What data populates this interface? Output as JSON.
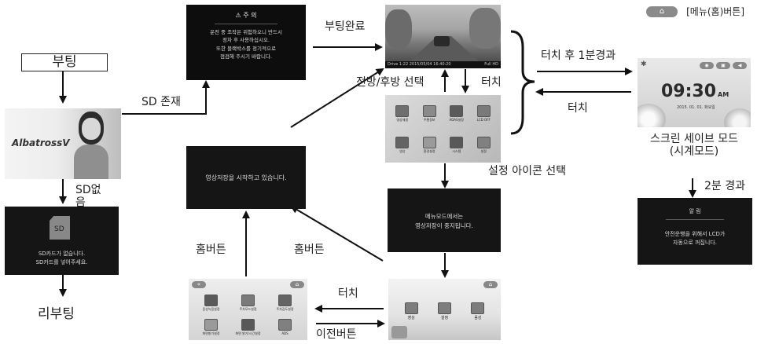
{
  "home_button_legend": {
    "label": "[메뉴(홈)버튼]"
  },
  "boot": {
    "label": "부팅",
    "reboot_label": "리부팅"
  },
  "splash": {
    "brand": "AlbatrossV"
  },
  "no_sd_screen": {
    "text": "SD카드가 없습니다.\nSD카드를 넣어주세요.",
    "icon_text": "SD"
  },
  "warning_screen": {
    "title": "⚠ 주 의",
    "body": "운전 중 조작은 위험하오니 반드시\n정차 후 사용하십시오.\n또한 블랙박스를 정기적으로\n점검해 주시기 바랍니다."
  },
  "recording_start_screen": {
    "text": "영상저장을 시작하고 있습니다."
  },
  "camera_view": {
    "status_bar": "Drive 1:22 2015/05/04 16:40:20",
    "resolution": "Full HD"
  },
  "menu_grid": {
    "items": [
      "영상재생",
      "주행정보",
      "ADAS설정",
      "LCD OFF",
      "영상",
      "환경설정",
      "시스템",
      "설정"
    ]
  },
  "menu_mode_screen": {
    "text": "메뉴모드에서는\n영상저장이 중지됩니다."
  },
  "clock_screen": {
    "time": "09:30",
    "ampm": "AM",
    "date": "2015. 01. 01. 화요일"
  },
  "alert_screen": {
    "title": "알 림",
    "text": "안전운행을 위해서 LCD가\n자동으로 꺼집니다."
  },
  "settings_menu": {
    "items": [
      "영상",
      "설정",
      "음성"
    ]
  },
  "sub_settings": {
    "items": [
      "음성녹음설정",
      "주차모드설정",
      "주차감도설정",
      "화면밝기설정",
      "화면 밝기/시간설정",
      "ADS"
    ]
  },
  "labels": {
    "sd_exists": "SD 존재",
    "sd_none": "SD없음",
    "boot_done": "부팅완료",
    "front_rear": "전방/후방 선택",
    "touch_down": "터치",
    "touch_1min": "터치 후 1분경과",
    "touch_back": "터치",
    "screensaver": "스크린 세이브 모드\n(시계모드)",
    "two_min": "2분 경과",
    "select_settings": "설정 아이콘 선택",
    "home_btn_1": "홈버튼",
    "home_btn_2": "홈버튼",
    "touch_bottom": "터치",
    "prev_button": "이전버튼"
  }
}
